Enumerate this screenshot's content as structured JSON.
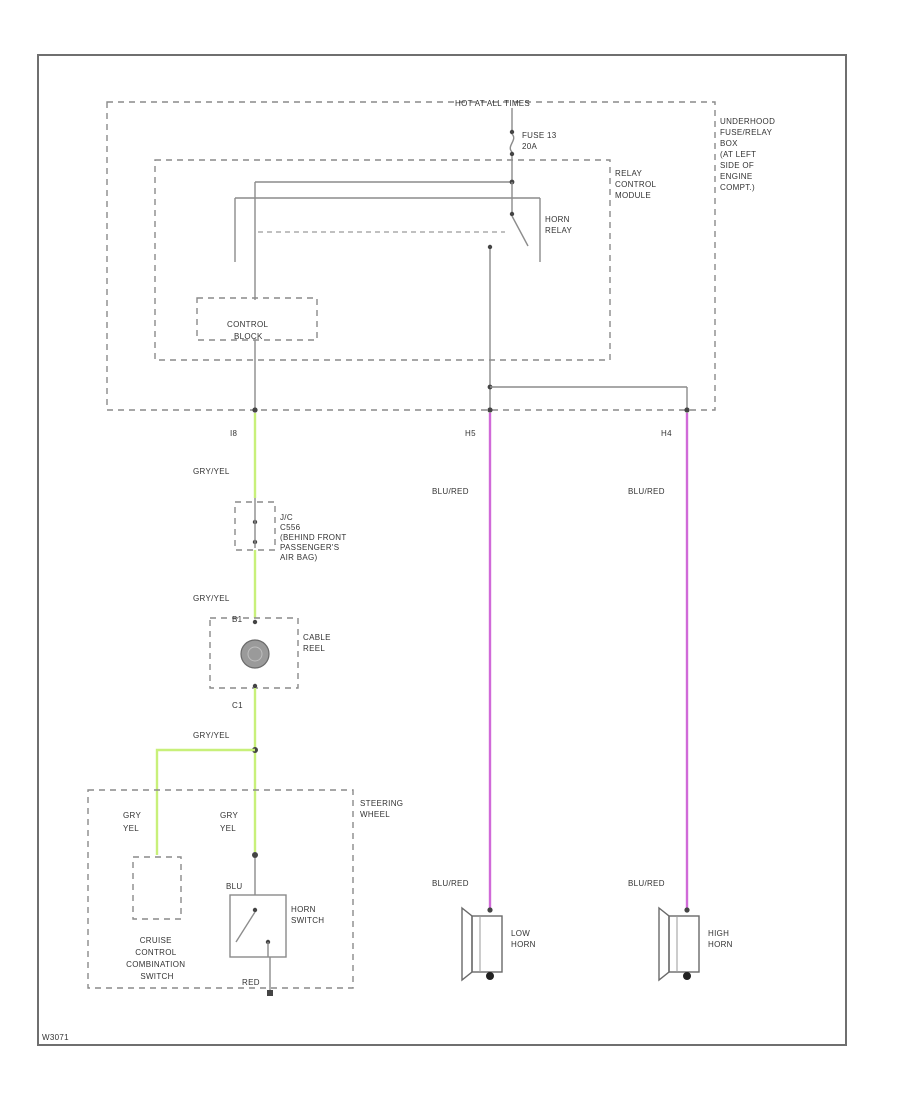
{
  "labels": {
    "hot_at_all_times": "HOT AT ALL TIMES",
    "underhood": [
      "UNDERHOOD",
      "FUSE/RELAY",
      "BOX",
      "(AT LEFT",
      "SIDE OF",
      "ENGINE",
      "COMPT.)"
    ],
    "fuse": [
      "FUSE 13",
      "20A"
    ],
    "relay_control_module": [
      "RELAY",
      "CONTROL",
      "MODULE"
    ],
    "horn_relay": [
      "HORN",
      "RELAY"
    ],
    "control_block": [
      "CONTROL",
      "BLOCK"
    ],
    "connector_i8": "I8",
    "connector_h5": "H5",
    "connector_h4": "H4",
    "wire_gry_yel_1": "GRY/YEL",
    "wire_gry_yel_2": "GRY/YEL",
    "wire_gry_yel_3": "GRY/YEL",
    "wire_blu_red_1": "BLU/RED",
    "wire_blu_red_2": "BLU/RED",
    "wire_blu_red_3": "BLU/RED",
    "wire_blu_red_4": "BLU/RED",
    "jc_connector": [
      "J/C",
      "C556",
      "(BEHIND FRONT",
      "PASSENGER'S",
      "AIR BAG)"
    ],
    "connector_b1": "B1",
    "connector_c1": "C1",
    "cable_reel": [
      "CABLE",
      "REEL"
    ],
    "steering_wheel": [
      "STEERING",
      "WHEEL"
    ],
    "gry_yel_left": [
      "GRY",
      "YEL"
    ],
    "gry_yel_right": [
      "GRY",
      "YEL"
    ],
    "blu": "BLU",
    "red": "RED",
    "horn_switch": [
      "HORN",
      "SWITCH"
    ],
    "cruise_switch": [
      "CRUISE",
      "CONTROL",
      "COMBINATION",
      "SWITCH"
    ],
    "low_horn": [
      "LOW",
      "HORN"
    ],
    "high_horn": [
      "HIGH",
      "HORN"
    ],
    "figure_code": "W3071"
  },
  "colors": {
    "gry_yel_wire": "#c8f07a",
    "blu_red_wire": "#d06ad8",
    "frame": "#6f6f6f",
    "outline": "#8a8a8a"
  }
}
